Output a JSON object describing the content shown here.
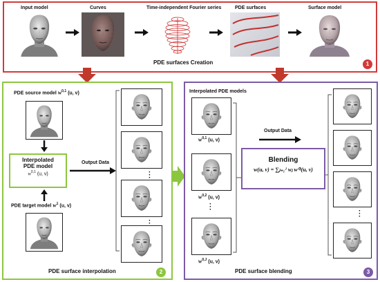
{
  "top": {
    "stages": [
      "Input model",
      "Curves",
      "Time-independent Fourier series",
      "PDE surfaces",
      "Surface model"
    ],
    "title": "PDE surfaces Creation",
    "badge": "1"
  },
  "left": {
    "source_label": "PDE source model",
    "source_math": "w",
    "source_sup": "0,1",
    "source_uv": "(u, v)",
    "box_line1": "Interpolated",
    "box_line2": "PDE model",
    "box_math": "w",
    "box_sup": "0,1",
    "box_uv": "(u, v)",
    "output_label": "Output Data",
    "target_label": "PDE target model",
    "target_math": "w",
    "target_sup": "1",
    "target_uv": "(u, v)",
    "title": "PDE surface interpolation",
    "badge": "2"
  },
  "right": {
    "header": "Interpolated  PDE models",
    "label1": "w",
    "sup1": "0,1",
    "uv1": "(u, v)",
    "label2": "w",
    "sup2": "0,2",
    "uv2": "(u, v)",
    "label3": "w",
    "sup3": "0,J",
    "uv3": "(u, v)",
    "output_label": "Output Data",
    "blend_title": "Blending",
    "blend_formula": "w(u, v) = ∑ⱼ₌₁ᴶ wⱼ w⁰ʲ(u, v)",
    "title": "PDE surface blending",
    "badge": "3"
  },
  "colors": {
    "red": "#d23a3a",
    "green": "#8cc63f",
    "purple": "#7b5aa6",
    "arrow_red": "#c0392b"
  }
}
